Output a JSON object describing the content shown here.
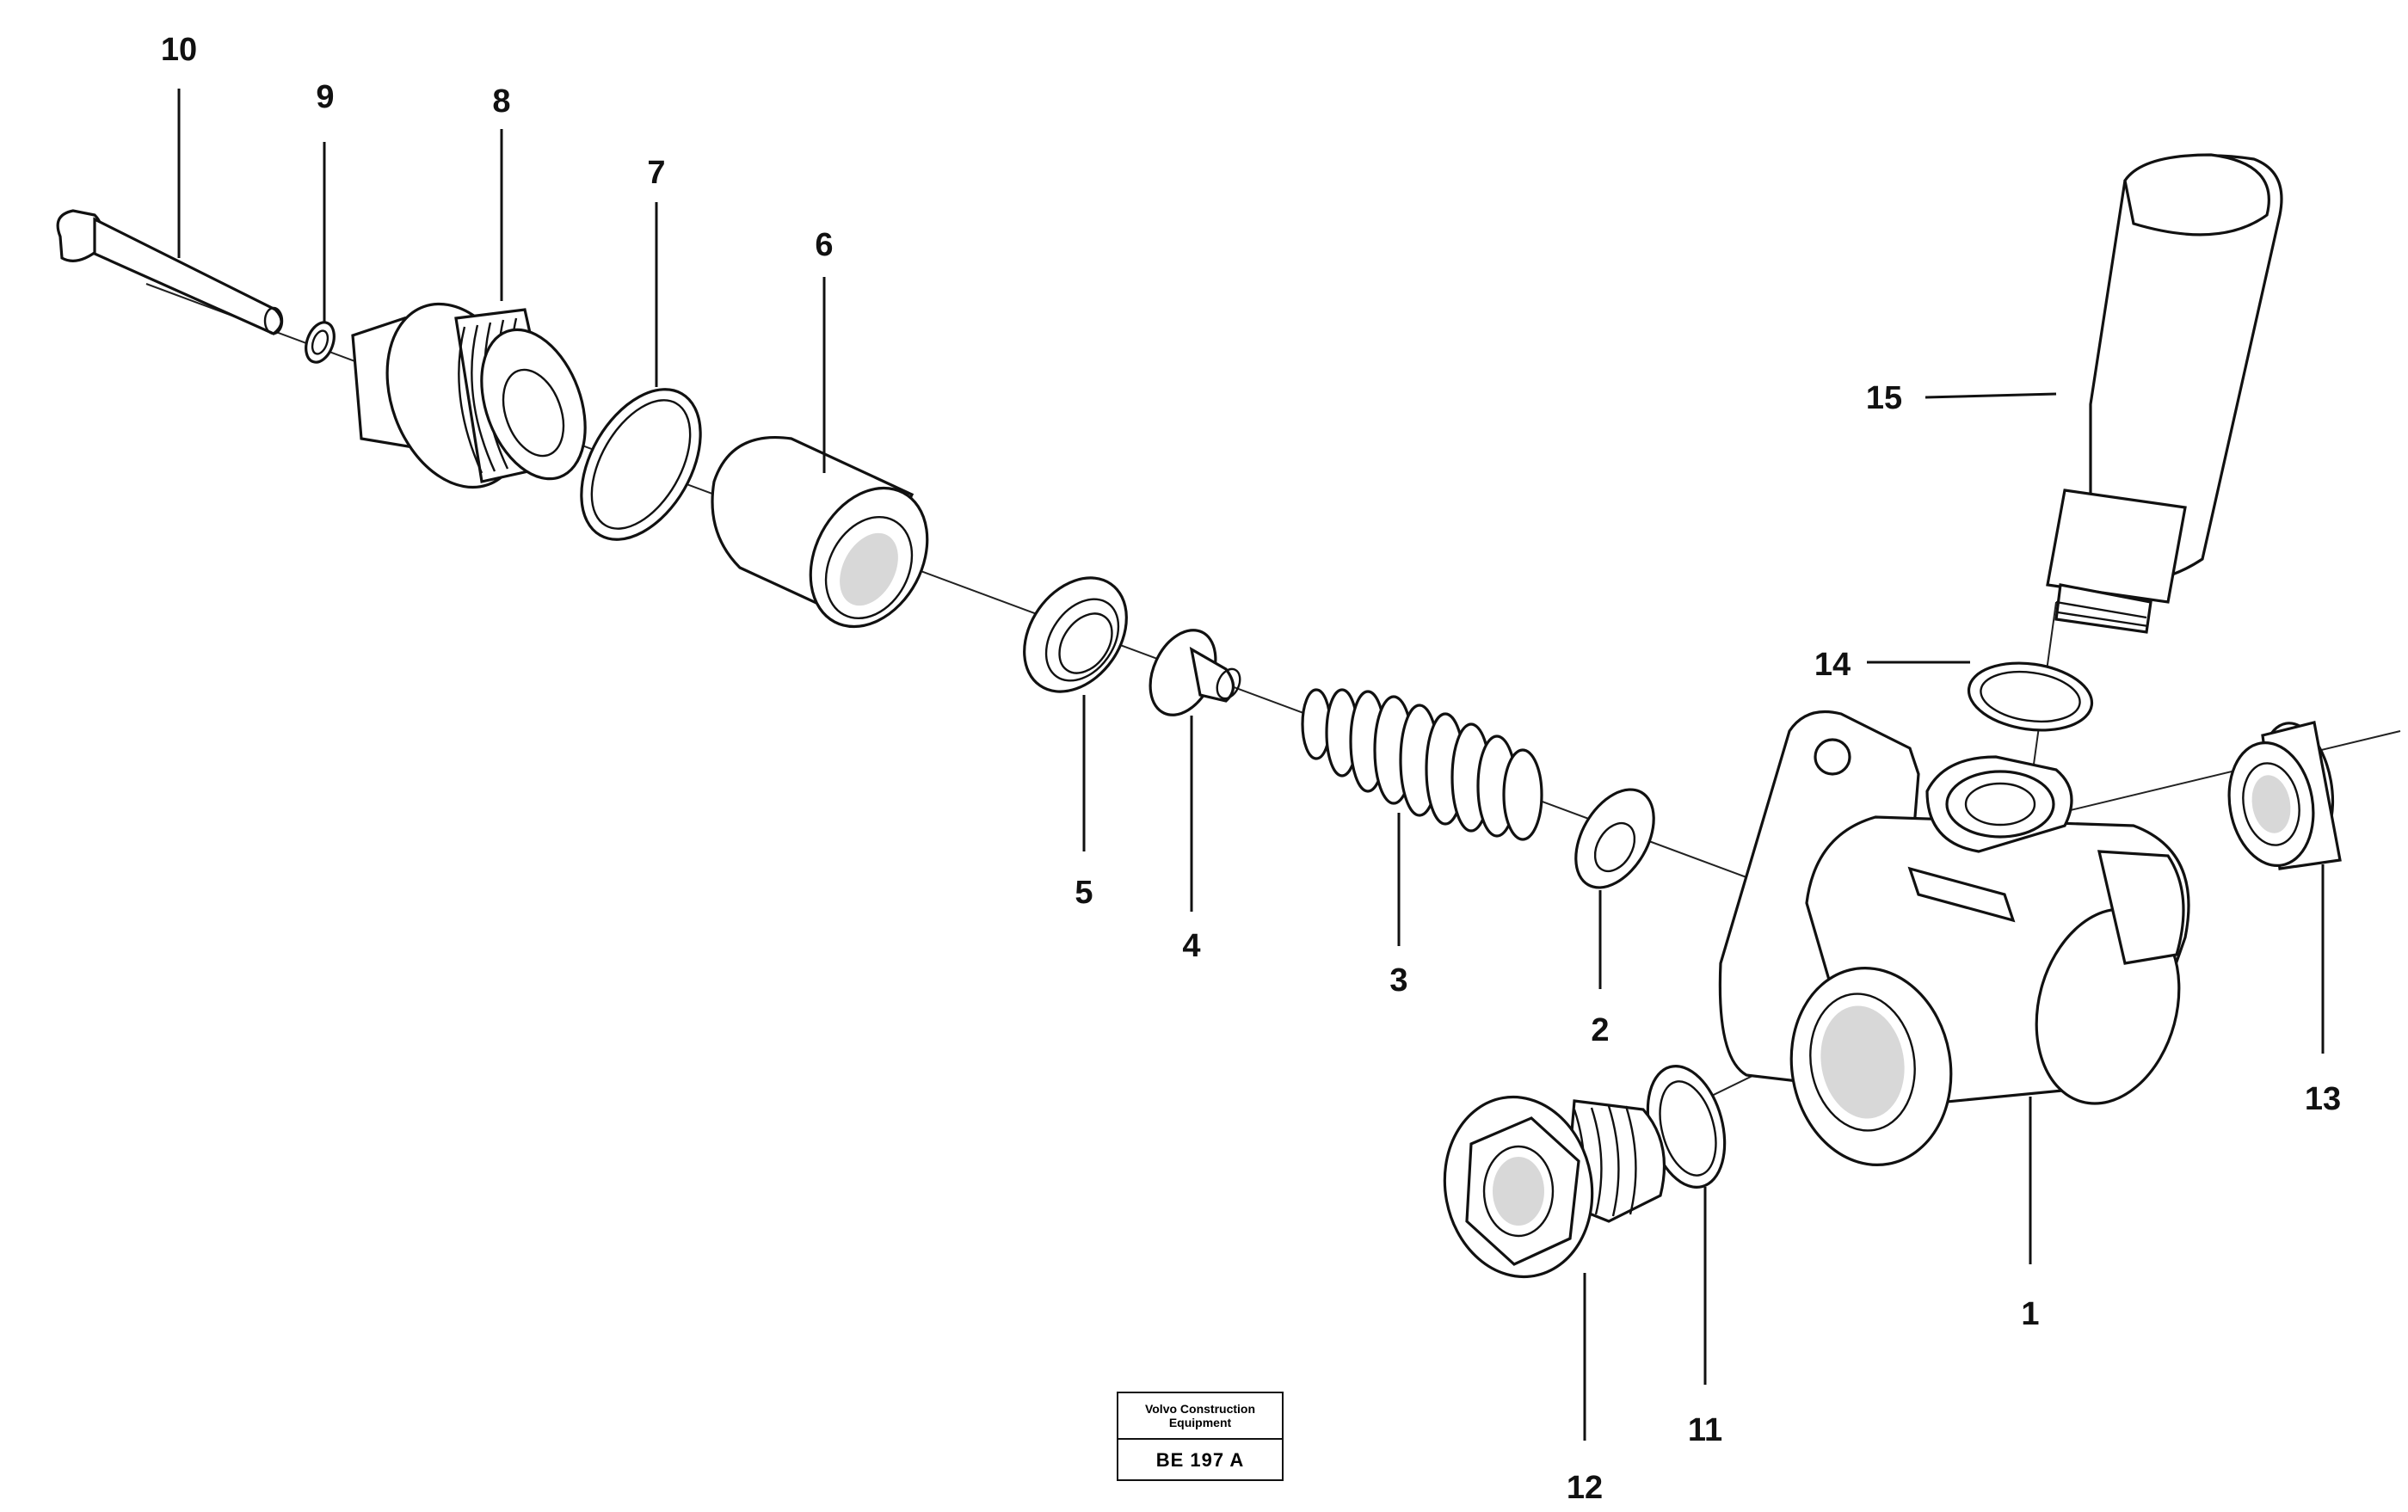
{
  "diagram": {
    "callouts": [
      {
        "id": "1",
        "text": "1"
      },
      {
        "id": "2",
        "text": "2"
      },
      {
        "id": "3",
        "text": "3"
      },
      {
        "id": "4",
        "text": "4"
      },
      {
        "id": "5",
        "text": "5"
      },
      {
        "id": "6",
        "text": "6"
      },
      {
        "id": "7",
        "text": "7"
      },
      {
        "id": "8",
        "text": "8"
      },
      {
        "id": "9",
        "text": "9"
      },
      {
        "id": "10",
        "text": "10"
      },
      {
        "id": "11",
        "text": "11"
      },
      {
        "id": "12",
        "text": "12"
      },
      {
        "id": "13",
        "text": "13"
      },
      {
        "id": "14",
        "text": "14"
      },
      {
        "id": "15",
        "text": "15"
      }
    ],
    "stamp": {
      "company_line1": "Volvo Construction",
      "company_line2": "Equipment",
      "code": "BE 197 A"
    },
    "colors": {
      "line": "#111111",
      "background": "#ffffff"
    }
  }
}
